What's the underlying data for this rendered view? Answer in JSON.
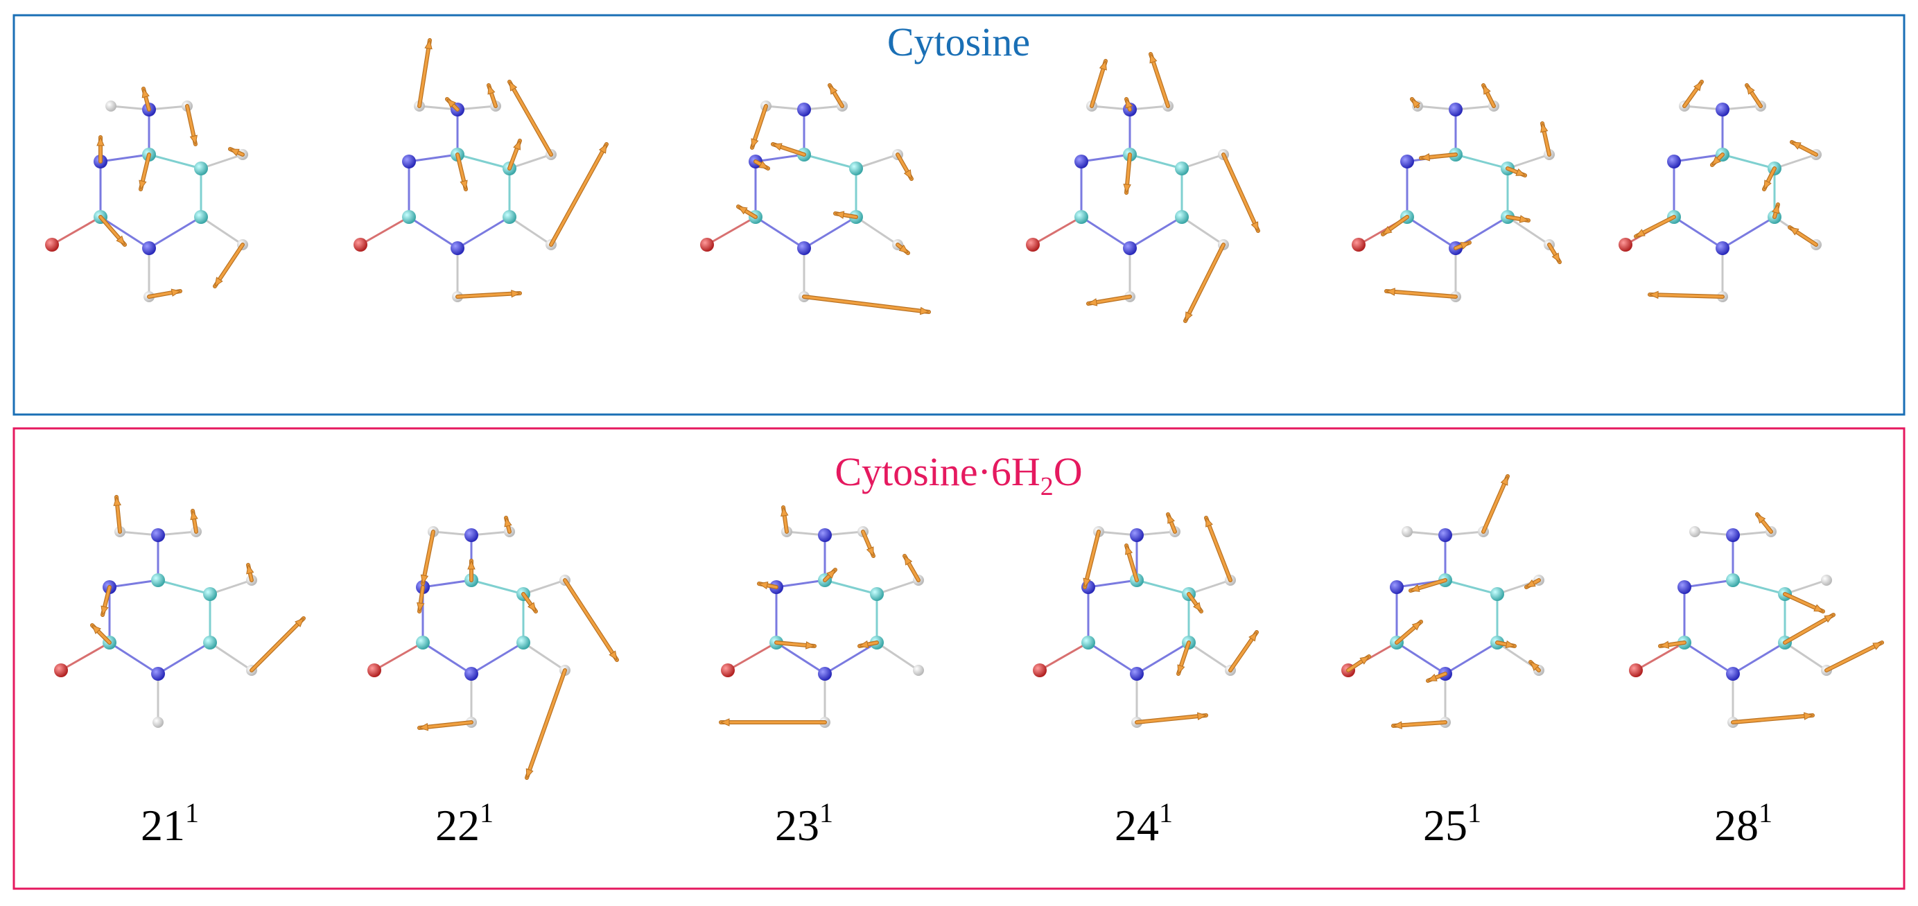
{
  "panels": [
    {
      "id": "gas",
      "title": "Cytosine",
      "title_sub": "",
      "title_tail": "",
      "border_color": "#1a6fb5",
      "title_color": "#1a6fb5"
    },
    {
      "id": "hydrated",
      "title": "Cytosine·6H",
      "title_sub": "2",
      "title_tail": "O",
      "border_color": "#e5195f",
      "title_color": "#e5195f"
    }
  ],
  "modes": [
    {
      "number": "21",
      "sup": "1"
    },
    {
      "number": "22",
      "sup": "1"
    },
    {
      "number": "23",
      "sup": "1"
    },
    {
      "number": "24",
      "sup": "1"
    },
    {
      "number": "25",
      "sup": "1"
    },
    {
      "number": "28",
      "sup": "1"
    }
  ],
  "colors": {
    "nitrogen": "#3d3dd6",
    "carbon": "#5cc8c8",
    "oxygen": "#d83a3a",
    "hydrogen": "#ececec",
    "arrow": "#f0a040"
  },
  "atom_legend_icons": [
    "nitrogen-atom-icon",
    "carbon-atom-icon",
    "oxygen-atom-icon",
    "hydrogen-atom-icon",
    "displacement-arrow-icon"
  ]
}
